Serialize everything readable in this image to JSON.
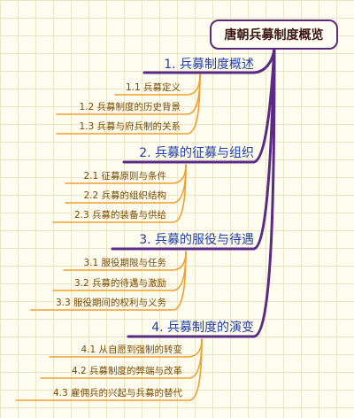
{
  "root": {
    "title": "唐朝兵募制度概览"
  },
  "branches": [
    {
      "title": "1. 兵募制度概述",
      "items": [
        "1.1 兵募定义",
        "1.2 兵募制度的历史背景",
        "1.3 兵募与府兵制的关系"
      ]
    },
    {
      "title": "2. 兵募的征募与组织",
      "items": [
        "2.1 征募原则与条件",
        "2.2 兵募的组织结构",
        "2.3 兵募的装备与供给"
      ]
    },
    {
      "title": "3. 兵募的服役与待遇",
      "items": [
        "3.1 服役期限与任务",
        "3.2 兵募的待遇与激励",
        "3.3 服役期间的权利与义务"
      ]
    },
    {
      "title": "4. 兵募制度的演变",
      "items": [
        "4.1 从自愿到强制的转变",
        "4.2 兵募制度的弊端与改革",
        "4.3 雇佣兵的兴起与兵募的替代"
      ]
    }
  ],
  "colors": {
    "trunk": "#5b2a86",
    "leaf_line": "#f0a030",
    "branch_text": "#1f3fa6",
    "leaf_text": "#7a4a00"
  }
}
